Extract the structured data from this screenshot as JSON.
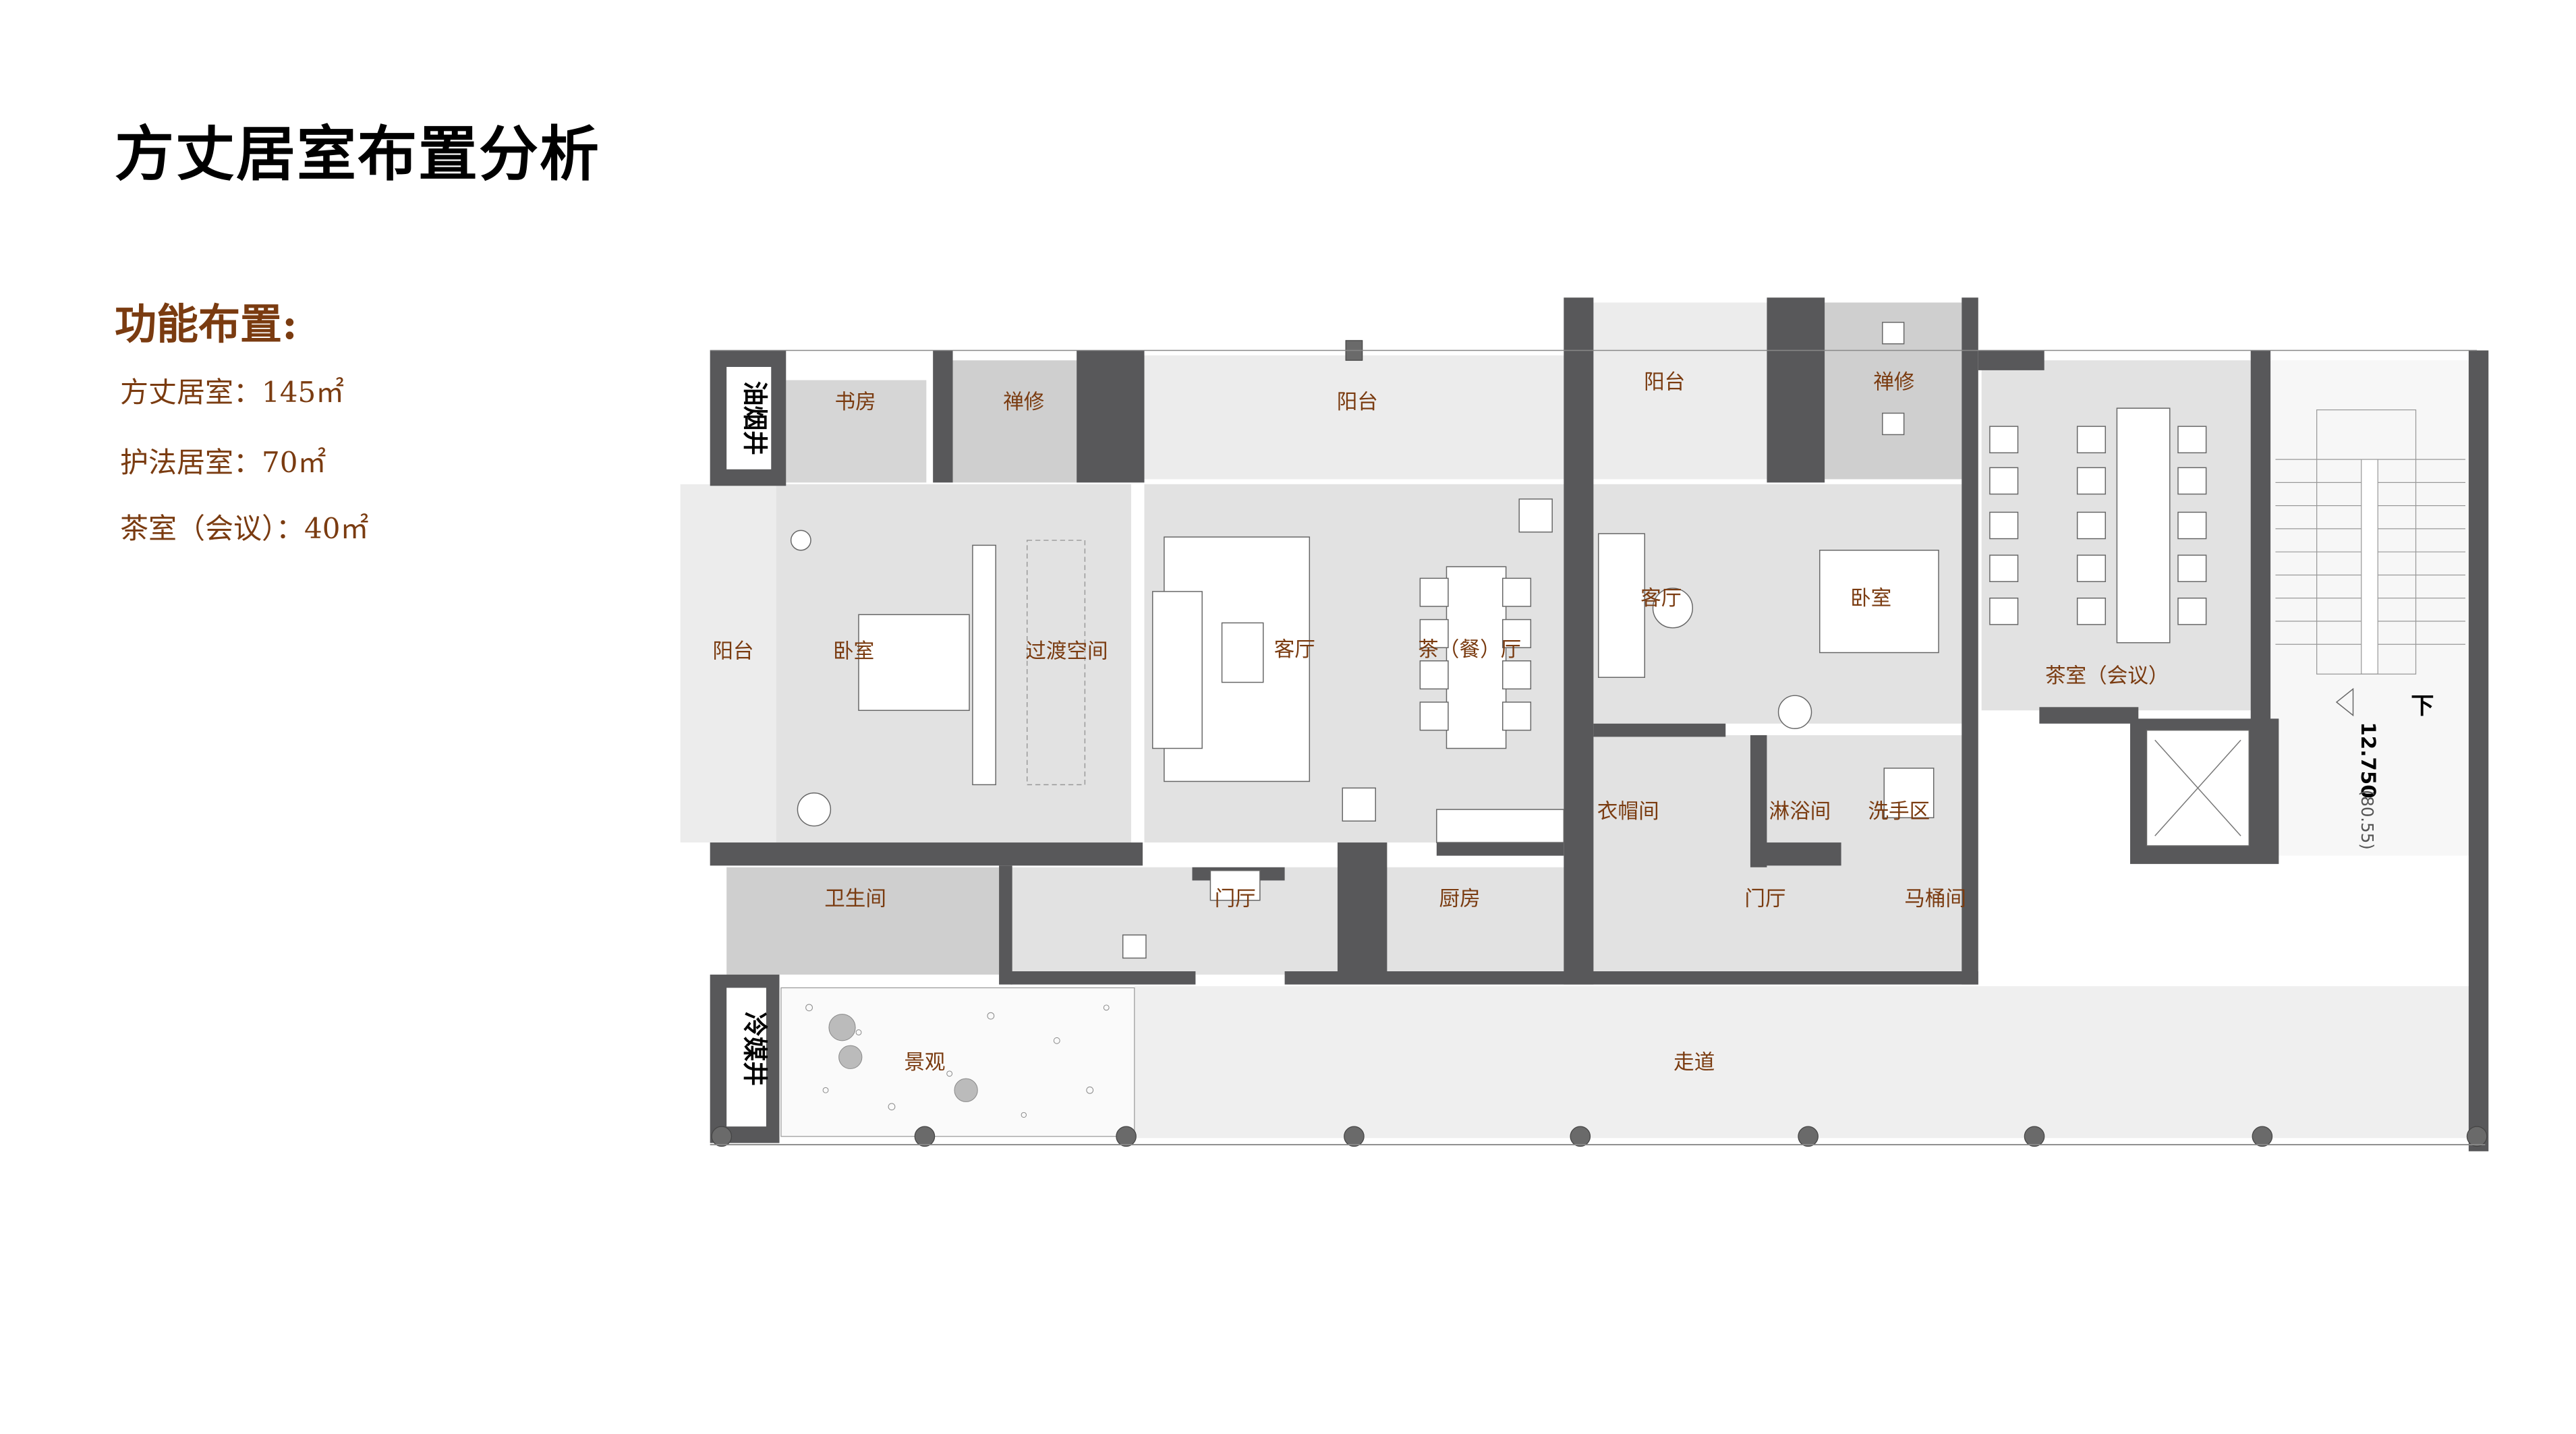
{
  "title": "方丈居室布置分析",
  "subtitle": "功能布置:",
  "stats": [
    "方丈居室：145㎡",
    "护法居室：70㎡",
    "茶室（会议）：40㎡"
  ],
  "plan": {
    "shafts": {
      "smoke": "油烟井",
      "refrigerant": "冷媒井"
    },
    "rooms": {
      "study": "书房",
      "meditation_left": "禅修",
      "balcony_top": "阳台",
      "balcony_west": "阳台",
      "bedroom_left": "卧室",
      "transition": "过渡空间",
      "living_left": "客厅",
      "dining": "茶（餐）厅",
      "bathroom": "卫生间",
      "foyer_left": "门厅",
      "kitchen": "厨房",
      "landscape": "景观",
      "corridor": "走道",
      "balcony_right": "阳台",
      "meditation_right": "禅修",
      "living_right": "客厅",
      "bedroom_right": "卧室",
      "cloakroom": "衣帽间",
      "shower": "淋浴间",
      "washing": "洗手区",
      "foyer_right": "门厅",
      "toilet": "马桶间",
      "tea_room": "茶室（会议）"
    },
    "elevation": "12.750",
    "elevation_sub": "(80.55)",
    "stair_down": "下"
  }
}
